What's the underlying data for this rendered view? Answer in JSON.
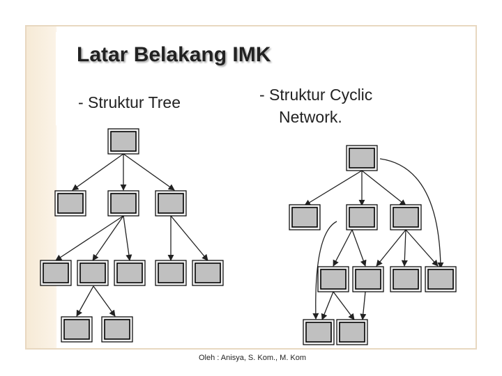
{
  "slide": {
    "title": "Latar Belakang IMK",
    "left_bullet": "-  Struktur Tree",
    "right_bullet_line1": "- Struktur Cyclic",
    "right_bullet_line2": "Network.",
    "footer": "Oleh : Anisya, S. Kom., M. Kom"
  },
  "colors": {
    "node_fill": "#c0c0c0",
    "node_border": "#000000",
    "frame_border": "#e8d8c0"
  }
}
